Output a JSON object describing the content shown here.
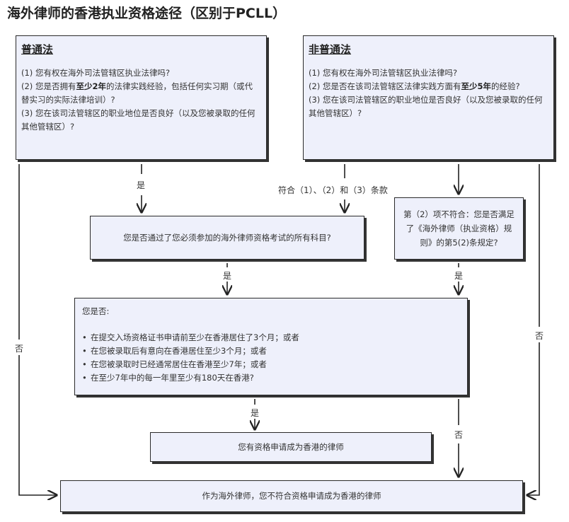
{
  "title": "海外律师的香港执业资格途径（区别于PCLL）",
  "common_law": {
    "heading": "普通法",
    "q1": "(1) 您有权在海外司法管辖区执业法律吗?",
    "q2_pre": "(2) 您是否拥有",
    "q2_bold": "至少2年",
    "q2_post": "的法律实践经验，包括任何实习期（或代替实习的实际法律培训）?",
    "q3": "(3) 您在该司法管辖区的职业地位是否良好（以及您被录取的任何其他管辖区）?"
  },
  "non_common_law": {
    "heading": "非普通法",
    "q1": "(1) 您有权在海外司法管辖区执业法律吗?",
    "q2_pre": "(2) 您是否在该司法管辖区法律实践方面有",
    "q2_bold": "至少5年",
    "q2_post": "的经验?",
    "q3": "(3) 您在该司法管辖区的职业地位是否良好（以及您被录取的任何其他管辖区）?"
  },
  "exam_box": "您是否通过了您必须参加的海外律师资格考试的所有科目?",
  "rule_box": "第（2）项不符合：您是否满足了《海外律师（执业资格）规则》的第5(2)条规定?",
  "residence": {
    "heading": "您是否:",
    "items": [
      "在提交入场资格证书申请前至少在香港居住了3个月；或者",
      "在您被录取后有意向在香港居住至少3个月；或者",
      "在您被录取时已经通常居住在香港至少7年；或者",
      "在至少7年中的每一年里至少有180天在香港?"
    ]
  },
  "eligible_box": "您有资格申请成为香港的律师",
  "not_eligible_box": "作为海外律师，您不符合资格申请成为香港的律师",
  "labels": {
    "yes": "是",
    "no": "否",
    "meets_all": "符合（1）、（2）和（3）条款"
  }
}
